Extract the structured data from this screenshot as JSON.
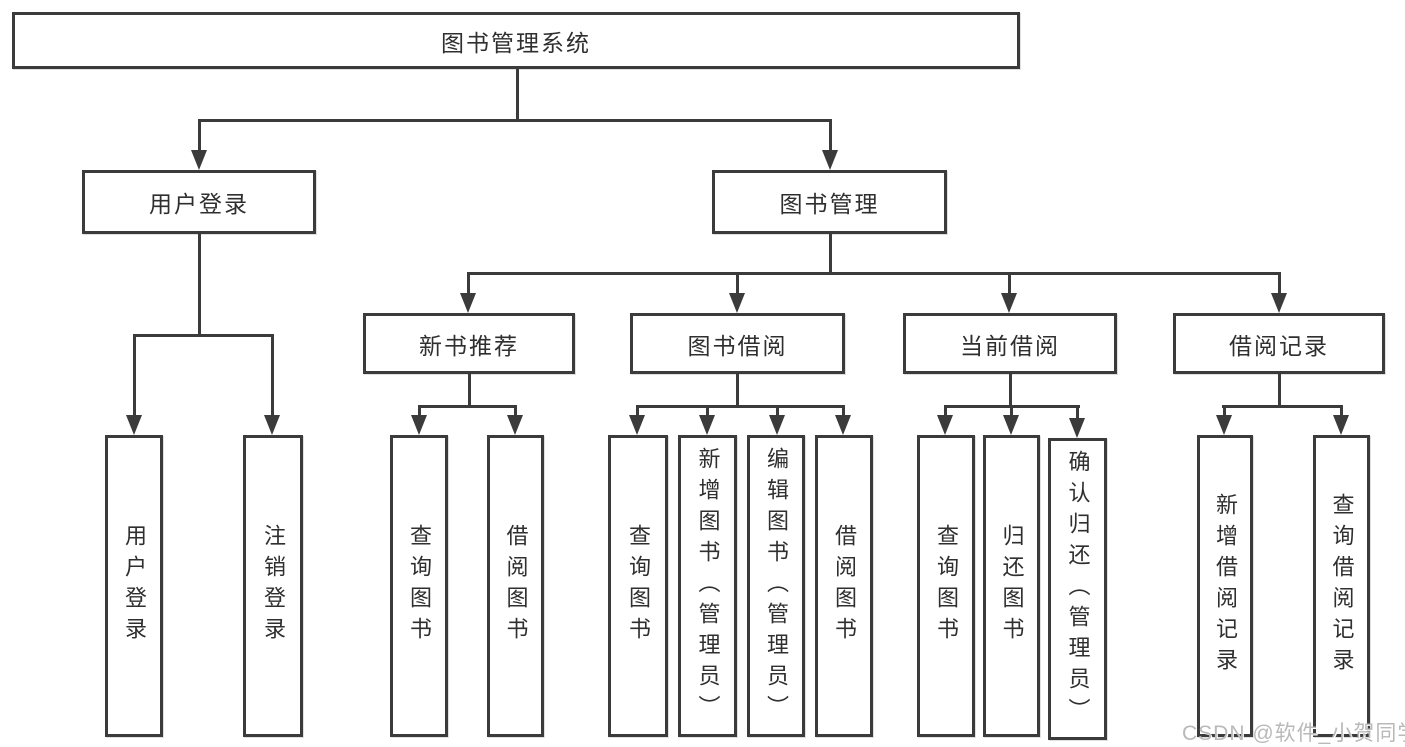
{
  "colors": {
    "line": "#3b3b3b",
    "text": "#2f2f2f",
    "watermark": "#b9b9b9",
    "background": "#ffffff"
  },
  "tree": {
    "root": {
      "label": "图书管理系统"
    },
    "branches": [
      {
        "label": "用户登录",
        "leaves": [
          "用户登录",
          "注销登录"
        ]
      },
      {
        "label": "图书管理",
        "groups": [
          {
            "label": "新书推荐",
            "leaves": [
              "查询图书",
              "借阅图书"
            ]
          },
          {
            "label": "图书借阅",
            "leaves": [
              "查询图书",
              "新增图书（管理员）",
              "编辑图书（管理员）",
              "借阅图书"
            ]
          },
          {
            "label": "当前借阅",
            "leaves": [
              "查询图书",
              "归还图书",
              "确认归还（管理员）"
            ]
          },
          {
            "label": "借阅记录",
            "leaves": [
              "新增借阅记录",
              "查询借阅记录"
            ]
          }
        ]
      }
    ]
  },
  "watermark": "CSDN @软件_小贺同学"
}
